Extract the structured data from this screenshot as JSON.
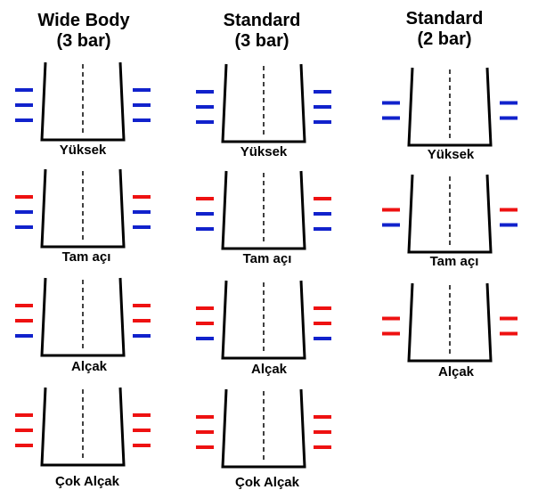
{
  "columns": [
    {
      "title_line1": "Wide Body",
      "title_line2": "(3 bar)",
      "bars": 3,
      "cells": [
        {
          "label": "Yüksek",
          "bars": [
            "blue",
            "blue",
            "blue"
          ]
        },
        {
          "label": "Tam açı",
          "bars": [
            "red",
            "blue",
            "blue"
          ]
        },
        {
          "label": "Alçak",
          "bars": [
            "red",
            "red",
            "blue"
          ]
        },
        {
          "label": "Çok  Alçak",
          "bars": [
            "red",
            "red",
            "red"
          ]
        }
      ]
    },
    {
      "title_line1": "Standard",
      "title_line2": "(3 bar)",
      "bars": 3,
      "cells": [
        {
          "label": "Yüksek",
          "bars": [
            "blue",
            "blue",
            "blue"
          ]
        },
        {
          "label": "Tam açı",
          "bars": [
            "red",
            "blue",
            "blue"
          ]
        },
        {
          "label": "Alçak",
          "bars": [
            "red",
            "red",
            "blue"
          ]
        },
        {
          "label": "Çok  Alçak",
          "bars": [
            "red",
            "red",
            "red"
          ]
        }
      ]
    },
    {
      "title_line1": "Standard",
      "title_line2": "(2 bar)",
      "bars": 2,
      "cells": [
        {
          "label": "Yüksek",
          "bars": [
            "blue",
            "blue"
          ]
        },
        {
          "label": "Tam açı",
          "bars": [
            "red",
            "blue"
          ]
        },
        {
          "label": "Alçak",
          "bars": [
            "red",
            "red"
          ]
        }
      ]
    }
  ],
  "colors": {
    "red": "#ee1111",
    "blue": "#1122cc",
    "line": "#000000"
  }
}
